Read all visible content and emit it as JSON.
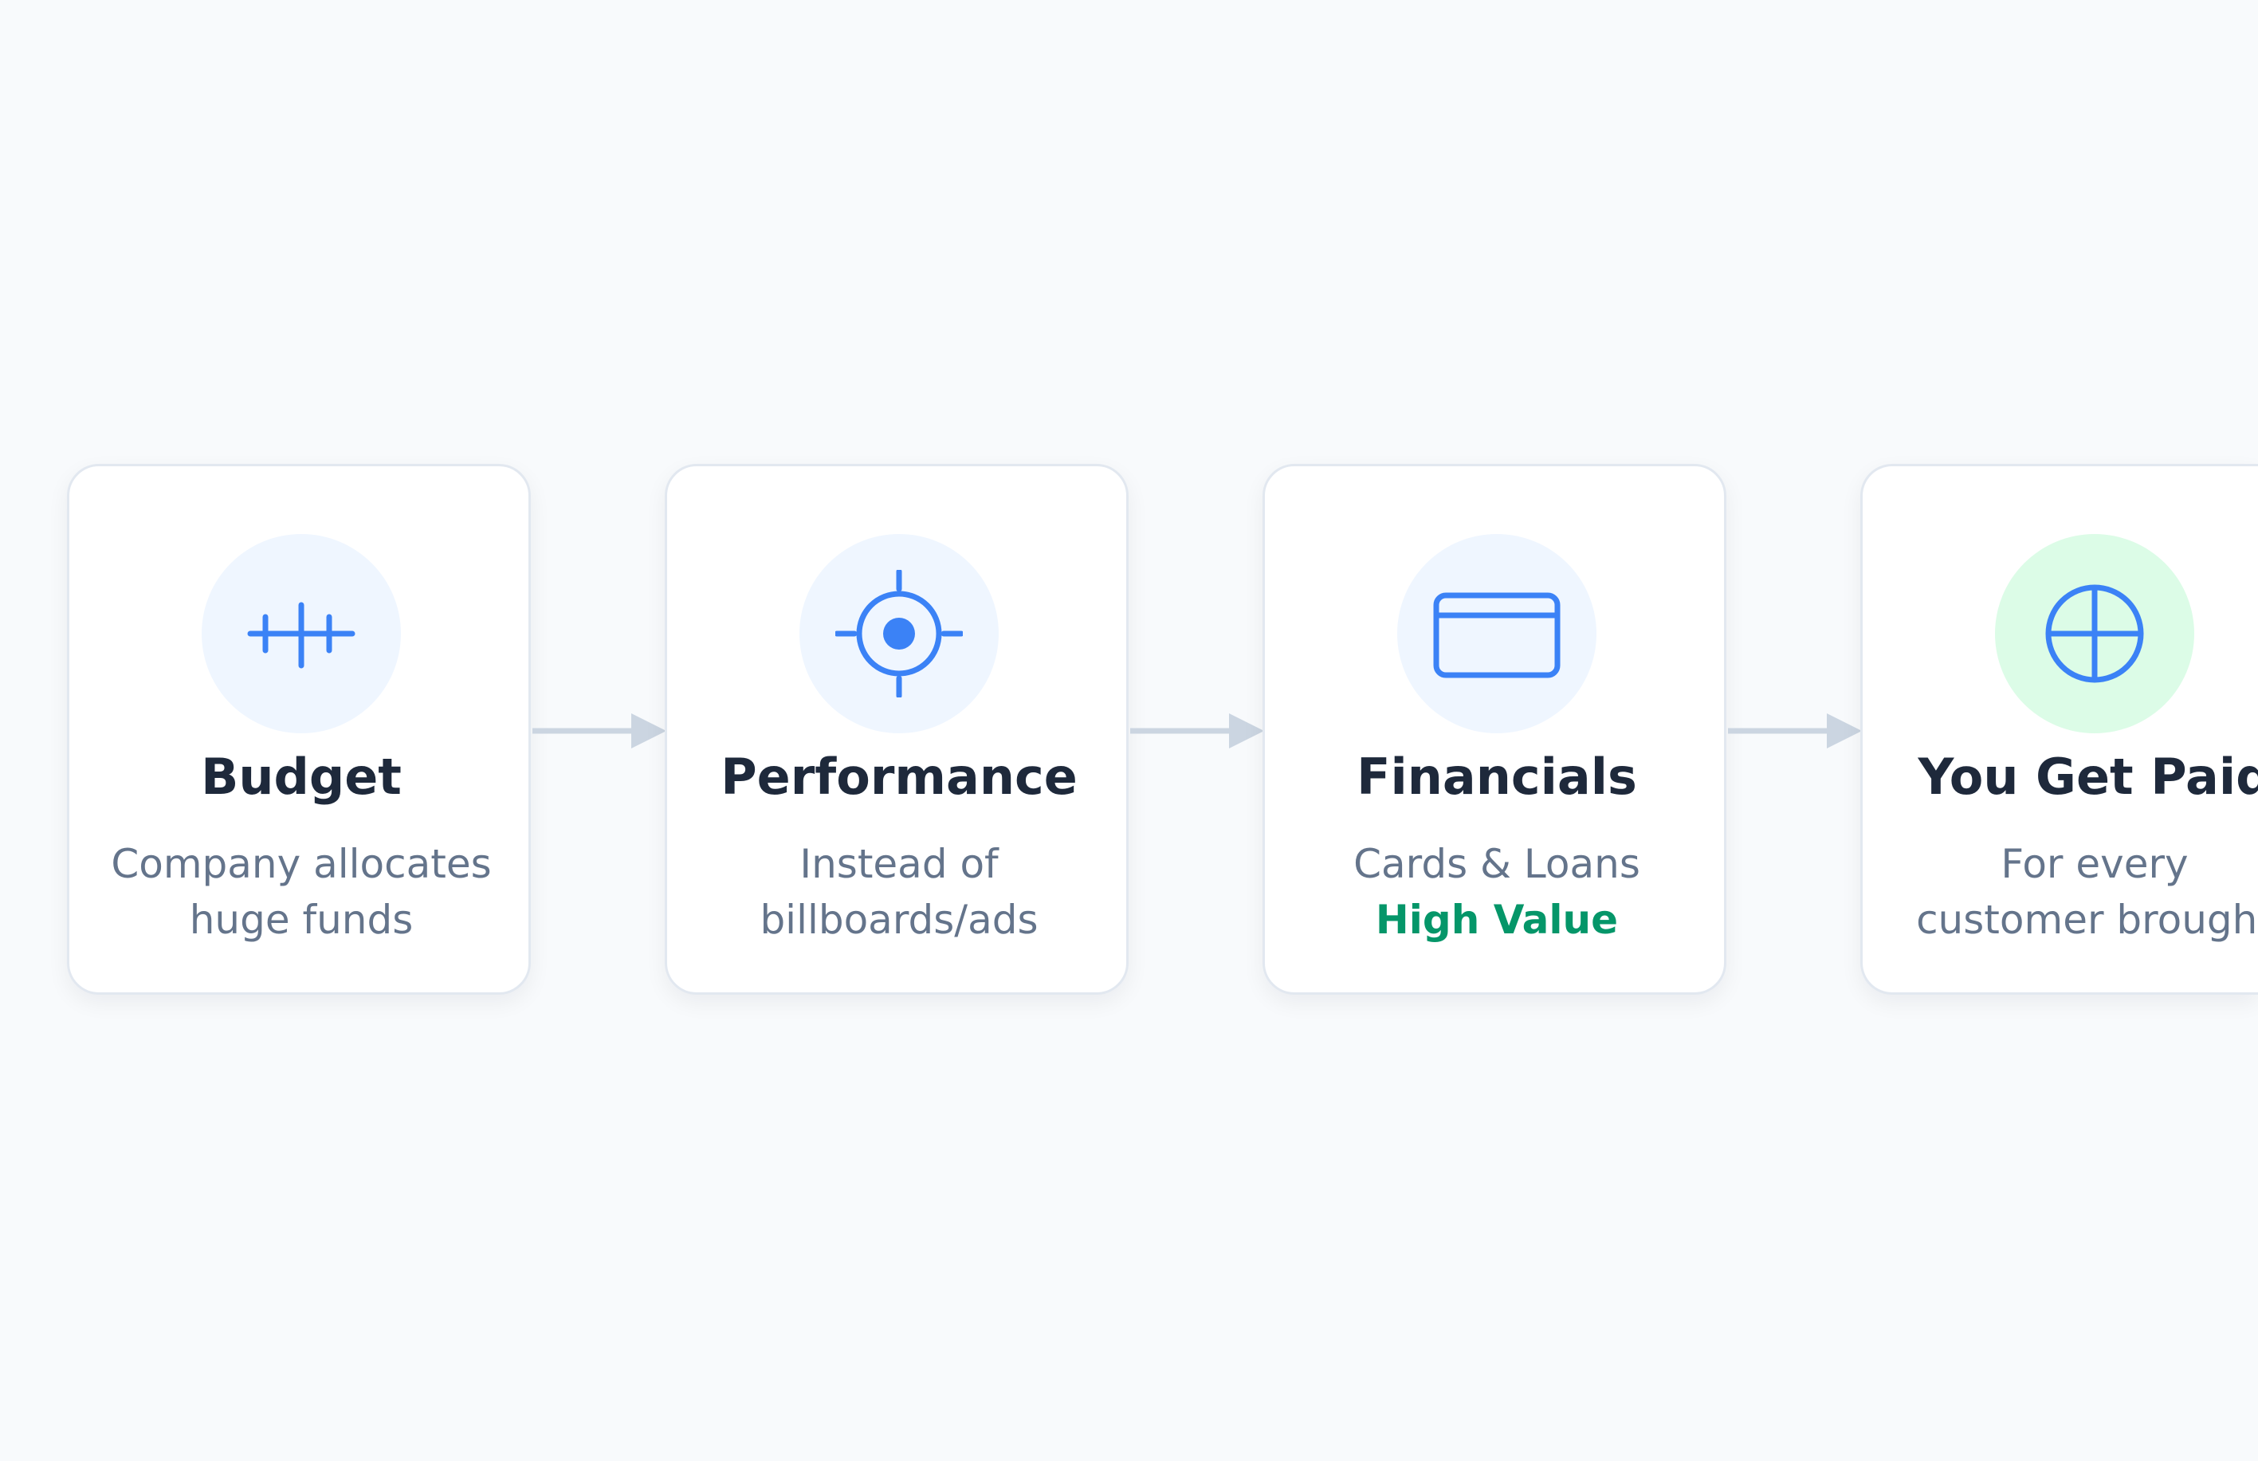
{
  "steps": [
    {
      "title": "Budget",
      "description_lines": [
        "Company allocates",
        "huge funds"
      ],
      "icon": "ruler-ticks-icon"
    },
    {
      "title": "Performance",
      "description_lines": [
        "Instead of",
        "billboards/ads"
      ],
      "icon": "crosshair-target-icon"
    },
    {
      "title": "Financials",
      "description_lines": [
        "Cards & Loans"
      ],
      "highlight": "High Value",
      "icon": "credit-card-icon"
    },
    {
      "title": "You Get Paid",
      "description_lines": [
        "For every",
        "customer brought"
      ],
      "icon": "circle-cross-icon"
    }
  ],
  "colors": {
    "accent_blue": "#3b82f6",
    "icon_bg_blue": "#eff6ff",
    "icon_bg_green": "#dcfce7",
    "highlight_green": "#059669",
    "title_text": "#1e293b",
    "body_text": "#64748b",
    "arrow": "#cbd5e1"
  }
}
